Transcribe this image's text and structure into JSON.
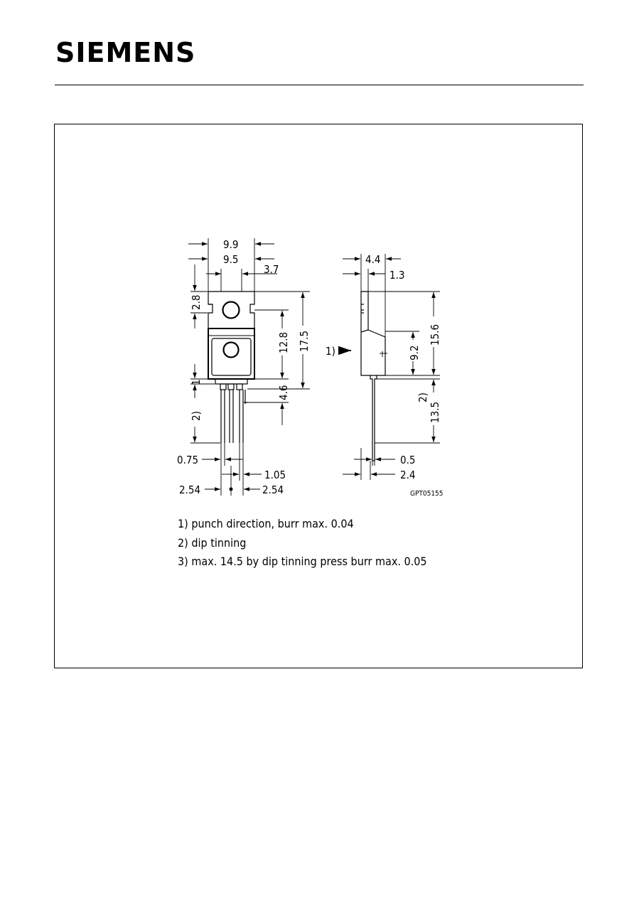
{
  "header": {
    "brand": "SIEMENS"
  },
  "drawing": {
    "code": "GPT05155",
    "front_view": {
      "width_total": "9.9",
      "width_tab": "9.5",
      "offset_hole": "3.7",
      "notch_height": "2.8",
      "body_height": "12.8",
      "total_height": "17.5",
      "stand_off": "1",
      "lead_step": "4.6",
      "note_dip": "2)",
      "lead_width": "0.75",
      "lead_width_shoulder": "1.05",
      "pitch_left": "2.54",
      "pitch_right": "2.54"
    },
    "side_view": {
      "thickness": "4.4",
      "tab_thickness": "1.3",
      "body_length": "15.6",
      "hole_pos": "9.2",
      "lead_length": "13.5",
      "note_dip": "2)",
      "note_punch": "1)",
      "lead_thickness": "0.5",
      "seat": "2.4"
    }
  },
  "notes": [
    "1)  punch  direction,  burr  max.  0.04",
    "2)  dip  tinning",
    "3)  max.  14.5  by  dip  tinning  press  burr  max.  0.05"
  ]
}
